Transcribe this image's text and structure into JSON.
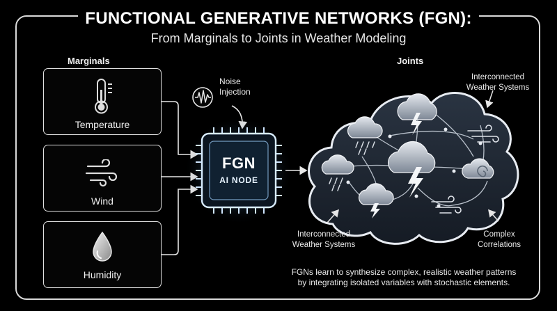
{
  "title": "FUNCTIONAL GENERATIVE NETWORKS (FGN):",
  "subtitle": "From Marginals to Joints in Weather Modeling",
  "marginals": {
    "label": "Marginals",
    "items": [
      {
        "label": "Temperature",
        "icon": "thermometer-icon"
      },
      {
        "label": "Wind",
        "icon": "wind-icon"
      },
      {
        "label": "Humidity",
        "icon": "water-drop-icon"
      }
    ]
  },
  "noise": {
    "line1": "Noise",
    "line2": "Injection",
    "icon": "waveform-icon"
  },
  "node": {
    "name": "FGN",
    "sub": "AI NODE",
    "glow": "#9fd2ff"
  },
  "joints": {
    "label": "Joints",
    "annotations": {
      "top_right_1": "Interconnected",
      "top_right_2": "Weather Systems",
      "bottom_left_1": "Interconnected",
      "bottom_left_2": "Weather Systems",
      "bottom_right_1": "Complex",
      "bottom_right_2": "Correlations"
    }
  },
  "caption": {
    "line1": "FGNs learn to synthesize complex, realistic weather patterns",
    "line2": "by integrating isolated variables with stochastic elements."
  }
}
